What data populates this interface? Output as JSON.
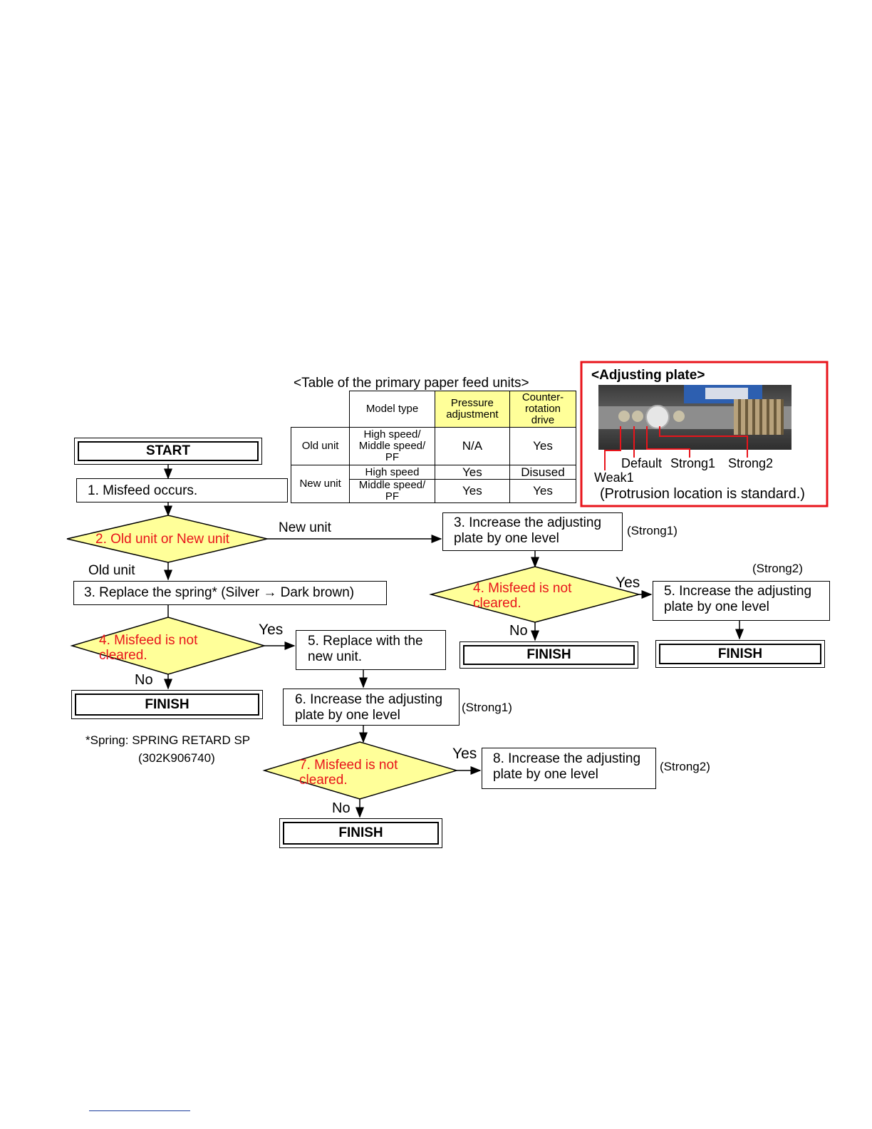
{
  "table": {
    "title": "<Table of the primary paper feed units>",
    "headers": {
      "model_type": "Model type",
      "pressure": "Pressure adjustment",
      "counter": "Counter-rotation drive"
    },
    "rows": [
      {
        "unit": "Old unit",
        "model": "High speed/ Middle speed/ PF",
        "pressure": "N/A",
        "counter": "Yes"
      },
      {
        "unit": "New unit",
        "model": "High speed",
        "pressure": "Yes",
        "counter": "Disused"
      },
      {
        "unit": "",
        "model": "Middle speed/ PF",
        "pressure": "Yes",
        "counter": "Yes"
      }
    ]
  },
  "adjusting_plate": {
    "title": "<Adjusting plate>",
    "labels": {
      "weak1": "Weak1",
      "default": "Default",
      "strong1": "Strong1",
      "strong2": "Strong2"
    },
    "note": "(Protrusion location is standard.)"
  },
  "flow": {
    "start": "START",
    "step1": "1. Misfeed occurs.",
    "decision2": "2. Old unit or New unit",
    "new_unit": "New unit",
    "old_unit": "Old unit",
    "left": {
      "step3": "3. Replace the spring* (Silver → Dark brown)",
      "decision4": "4. Misfeed is not cleared.",
      "yes": "Yes",
      "no": "No",
      "finish": "FINISH",
      "step5": "5. Replace with the new unit.",
      "step6": "6. Increase the adjusting plate by one level",
      "step6_note": "(Strong1)",
      "decision7": "7. Misfeed is not cleared.",
      "yes7": "Yes",
      "no7": "No",
      "step8": "8. Increase the adjusting plate by one level",
      "step8_note": "(Strong2)",
      "finish7": "FINISH",
      "spring_note_line1": "*Spring: SPRING RETARD SP",
      "spring_note_line2": "(302K906740)"
    },
    "right": {
      "step3": "3. Increase the adjusting plate by one level",
      "step3_note": "(Strong1)",
      "decision4": "4. Misfeed is not cleared.",
      "yes": "Yes",
      "no": "No",
      "finish": "FINISH",
      "step5": "5. Increase the adjusting plate by one level",
      "step5_note": "(Strong2)",
      "finish5": "FINISH"
    }
  }
}
